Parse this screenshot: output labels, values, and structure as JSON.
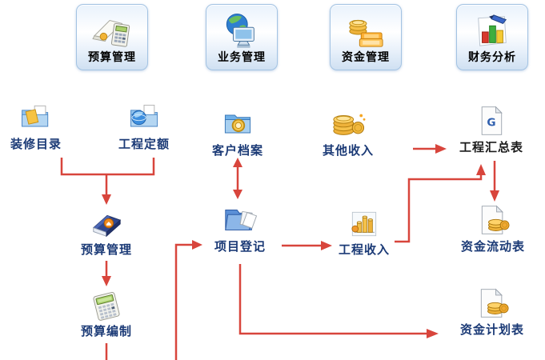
{
  "buttons": [
    {
      "label": "预算管理",
      "icon": "laptop-calculator"
    },
    {
      "label": "业务管理",
      "icon": "globe-monitor"
    },
    {
      "label": "资金管理",
      "icon": "coins-banknotes"
    },
    {
      "label": "财务分析",
      "icon": "bar-chart-pen"
    }
  ],
  "nodes": [
    {
      "label": "装修目录",
      "icon": "folders"
    },
    {
      "label": "工程定额",
      "icon": "folder-globe"
    },
    {
      "label": "客户档案",
      "icon": "folder-lens"
    },
    {
      "label": "其他收入",
      "icon": "coin-stack"
    },
    {
      "label": "工程汇总表",
      "icon": "document-letter",
      "icon_letter": "G"
    },
    {
      "label": "预算管理",
      "icon": "book"
    },
    {
      "label": "项目登记",
      "icon": "folder-documents"
    },
    {
      "label": "工程收入",
      "icon": "chart-coins"
    },
    {
      "label": "资金流动表",
      "icon": "document-coins"
    },
    {
      "label": "预算编制",
      "icon": "calculator"
    },
    {
      "label": "资金计划表",
      "icon": "document-coins"
    }
  ],
  "connections": [
    {
      "from": "装修目录",
      "to": "预算管理",
      "style": "merge-then-down-arrow"
    },
    {
      "from": "工程定额",
      "to": "预算管理",
      "style": "merge-then-down-arrow"
    },
    {
      "from": "客户档案",
      "to": "项目登记",
      "style": "double-headed-vertical-arrow"
    },
    {
      "from": "预算管理",
      "to": "预算编制",
      "style": "down-arrow"
    },
    {
      "from": "预算编制",
      "to": "bottom-edge",
      "style": "line-cut-off"
    },
    {
      "from": "bottom-edge",
      "to": "项目登记",
      "style": "elbow-right-arrow"
    },
    {
      "from": "项目登记",
      "to": "工程收入",
      "style": "right-arrow"
    },
    {
      "from": "项目登记",
      "to": "资金计划表",
      "style": "elbow-right-arrow"
    },
    {
      "from": "其他收入",
      "to": "工程汇总表",
      "style": "right-arrow"
    },
    {
      "from": "工程收入",
      "to": "工程汇总表",
      "style": "elbow-up-arrow"
    },
    {
      "from": "工程汇总表",
      "to": "资金流动表",
      "style": "down-arrow"
    }
  ],
  "colors": {
    "arrow": "#d8453c",
    "node_label": "#1b3a76",
    "summary_label": "#1a1a1a",
    "button_label": "#000000",
    "button_border": "#a3c3e3"
  }
}
